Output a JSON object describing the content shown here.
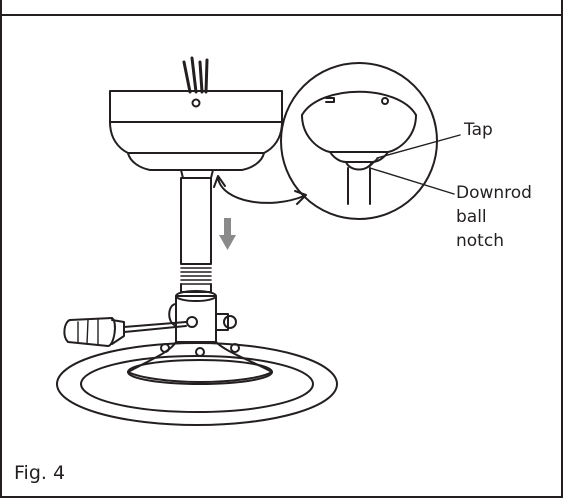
{
  "figure": {
    "caption": "Fig. 4",
    "callouts": {
      "tap": "Tap",
      "downrod_line1": "Downrod",
      "downrod_line2": "ball",
      "downrod_line3": "notch"
    }
  },
  "colors": {
    "line": "#231f20",
    "arrow": "#8a8a8a",
    "background": "#ffffff"
  }
}
